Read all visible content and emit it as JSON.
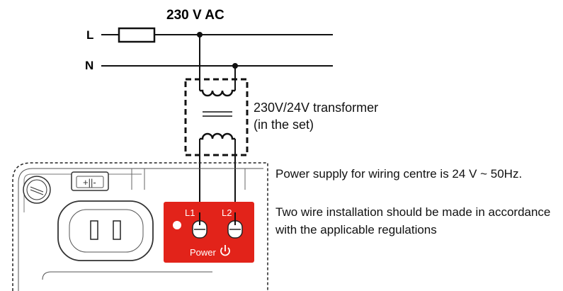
{
  "diagram": {
    "title": "230 V AC",
    "line_l": "L",
    "line_n": "N",
    "transformer": {
      "line1": "230V/24V transformer",
      "line2": "(in the set)"
    },
    "notes": {
      "supply": "Power supply for wiring centre is 24 V ~ 50Hz.",
      "install_line1": "Two wire installation should be made in accordance",
      "install_line2": "with the applicable regulations"
    },
    "terminal": {
      "l1": "L1",
      "l2": "L2",
      "power": "Power",
      "power_icon": "power-icon"
    },
    "colors": {
      "terminal_block": "#e2231a",
      "wire": "#111111"
    }
  }
}
